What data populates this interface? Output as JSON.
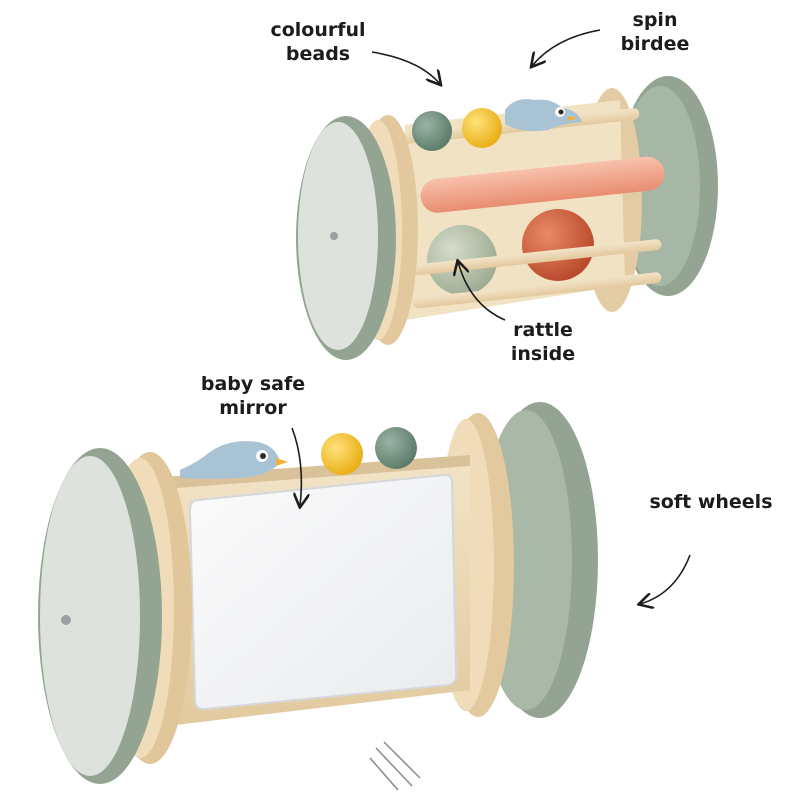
{
  "annotations": {
    "colourful_beads": {
      "line1": "colourful",
      "line2": "beads"
    },
    "spin_birdee": {
      "line1": "spin",
      "line2": "birdee"
    },
    "rattle_inside": {
      "line1": "rattle",
      "line2": "inside"
    },
    "baby_safe_mirror": {
      "line1": "baby safe",
      "line2": "mirror"
    },
    "soft_wheels": {
      "line1": "soft wheels"
    }
  },
  "colors": {
    "background": "#ffffff",
    "wood": "#ead7b6",
    "wood_edge": "#d9c29a",
    "wheel_green": "#93a592",
    "wheel_face": "#dfe3df",
    "bird_blue": "#a8c3d3",
    "bead_yellow": "#f2c12e",
    "bead_green": "#6f8f7d",
    "ball_red": "#cf5c3c",
    "ball_sage": "#b8c3ab",
    "rod_peach": "#f3a68a",
    "mirror": "#f4f5f6",
    "text": "#1c1c1c"
  }
}
